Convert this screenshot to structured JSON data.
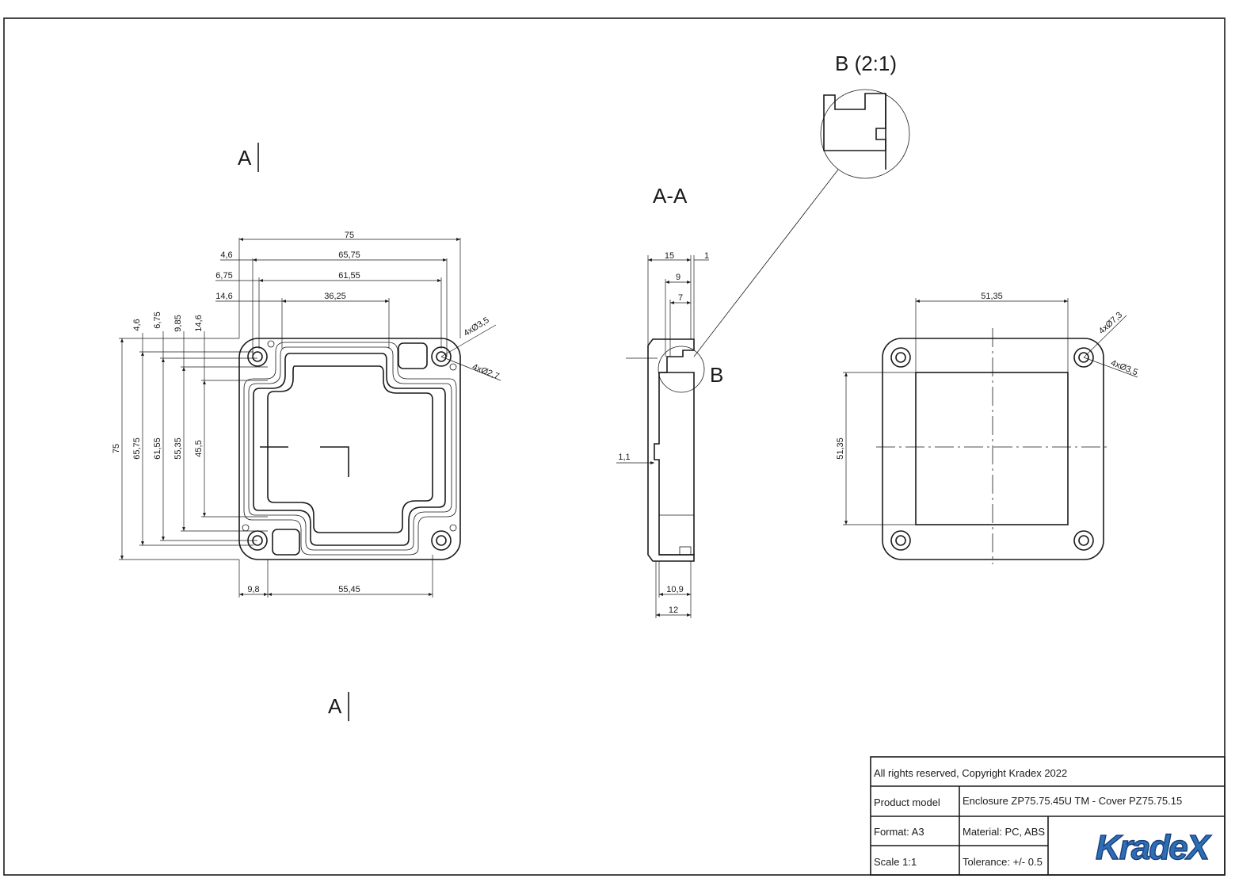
{
  "labels": {
    "section_marker_top": "A",
    "section_marker_bottom": "A",
    "section_view": "A-A",
    "detail_callout": "B",
    "detail_view": "B (2:1)"
  },
  "dims": {
    "front_width": "75",
    "front_inner_1": "65,75",
    "front_inner_2": "61,55",
    "front_inner_3": "36,25",
    "front_left_1": "4,6",
    "front_left_2": "6,75",
    "front_left_3": "14,6",
    "front_bottom_1": "9,8",
    "front_bottom_2": "55,45",
    "front_height": "75",
    "front_v_1": "65,75",
    "front_v_2": "61,55",
    "front_v_3": "55,35",
    "front_v_4": "45,5",
    "front_top_1": "4,6",
    "front_top_2": "6,75",
    "front_top_3": "9,85",
    "front_top_4": "14,6",
    "front_hole_1": "4xØ3,5",
    "front_hole_2": "4xØ2,7",
    "sec_15": "15",
    "sec_1": "1",
    "sec_9": "9",
    "sec_7": "7",
    "sec_11": "1,1",
    "sec_109": "10,9",
    "sec_12": "12",
    "cover_width": "51,35",
    "cover_height": "51,35",
    "cover_hole_1": "4xØ7,3",
    "cover_hole_2": "4xØ3,5"
  },
  "title_block": {
    "copyright": "All rights reserved, Copyright Kradex 2022",
    "product_label": "Product model",
    "product_value": "Enclosure ZP75.75.45U TM - Cover PZ75.75.15",
    "format": "Format: A3",
    "material": "Material: PC, ABS",
    "scale": "Scale 1:1",
    "tolerance": "Tolerance: +/- 0.5",
    "logo_text": "KradeX"
  },
  "colors": {
    "line": "#1a1a1a",
    "logo_fill": "#2c6fb7",
    "logo_stroke": "#1a3f7a"
  }
}
